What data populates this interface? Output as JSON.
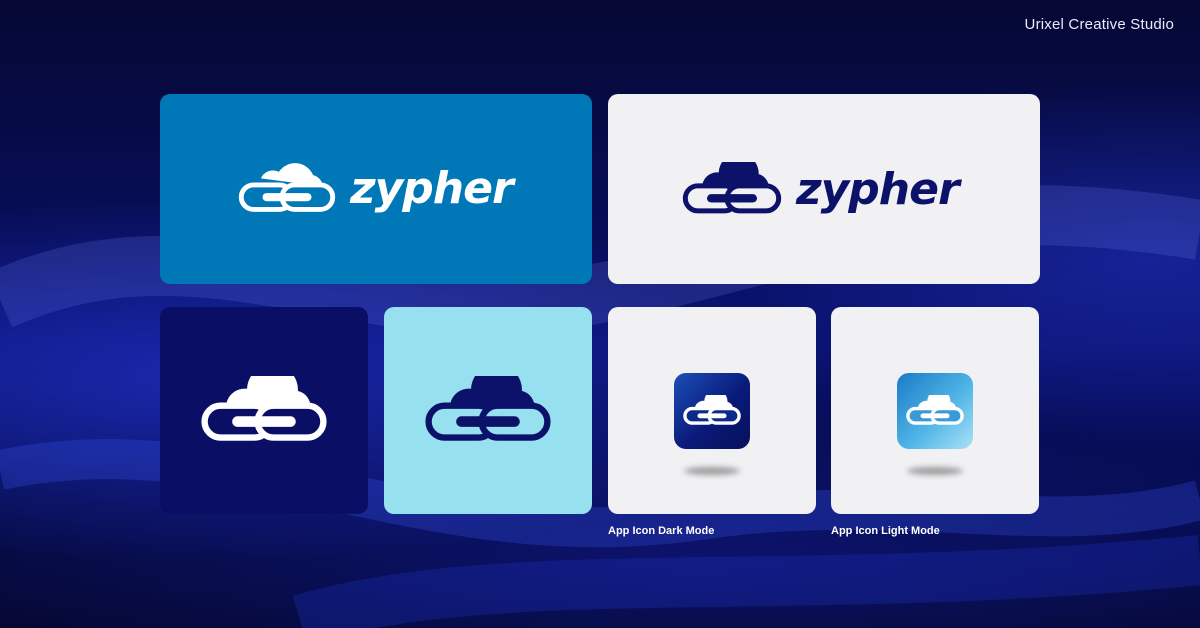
{
  "studio": "Urixel Creative Studio",
  "brand": {
    "wordmark": "zypher"
  },
  "captions": {
    "dark": "App Icon Dark Mode",
    "light": "App Icon Light Mode"
  },
  "colors": {
    "background": "#050a3a",
    "blue_card": "#0077b7",
    "light_card": "#f1f1f3",
    "navy_card": "#0a0e64",
    "cyan_card": "#96e0f0",
    "navy": "#0c126a",
    "white": "#ffffff"
  },
  "icons": [
    "cloud-link-logo-icon"
  ]
}
